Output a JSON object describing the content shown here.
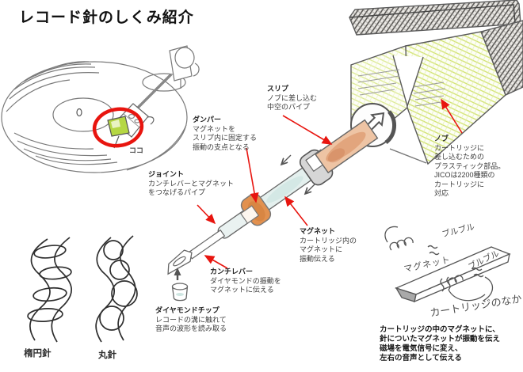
{
  "title": "レコード針のしくみ紹介",
  "turntable": {
    "here_label": "ココ"
  },
  "labels": {
    "slip": {
      "title": "スリプ",
      "lines": [
        "ノブに差し込む",
        "中空のパイプ"
      ]
    },
    "damper": {
      "title": "ダンパー",
      "lines": [
        "マグネットを",
        "スリプ内に固定する",
        "振動の支点となる"
      ]
    },
    "joint": {
      "title": "ジョイント",
      "lines": [
        "カンチレバーとマグネット",
        "をつなげるパイプ"
      ]
    },
    "knob": {
      "title": "ノブ",
      "lines": [
        "カートリッジに",
        "差し込むための",
        "プラスティック部品。",
        "JICOは2200種類の",
        "カートリッジに",
        "対応"
      ]
    },
    "magnet": {
      "title": "マグネット",
      "lines": [
        "カートリッジ内の",
        "マグネットに",
        "振動伝える"
      ]
    },
    "cantilever": {
      "title": "カンチレバー",
      "lines": [
        "ダイヤモンドの振動を",
        "マグネットに伝える"
      ]
    },
    "diamond": {
      "title": "ダイヤモンドチップ",
      "lines": [
        "レコードの溝に触れて",
        "音声の波形を読み取る"
      ]
    }
  },
  "needle_types": {
    "elliptical": "楕円針",
    "round": "丸針"
  },
  "handwritten": {
    "magnet": "マグネット",
    "vibration1": "ブルブル",
    "vibration2": "ブルブル",
    "caption": "カートリッジのなか"
  },
  "bottom_note": {
    "lines": [
      "カートリッジの中のマグネットに、",
      "針についたマグネットが振動を伝え",
      "磁場を電気信号に変え、",
      "左右の音声として伝える"
    ]
  },
  "colors": {
    "annotation_red": "#e8150f",
    "cartridge_green": "#b5d743",
    "block_scribble_green": "#cfe168",
    "damper_orange": "#e2914f",
    "sleeve_salmon": "#eec4a4",
    "tube_pale_blue": "#e4f0ee",
    "pencil_gray": "#666666"
  }
}
